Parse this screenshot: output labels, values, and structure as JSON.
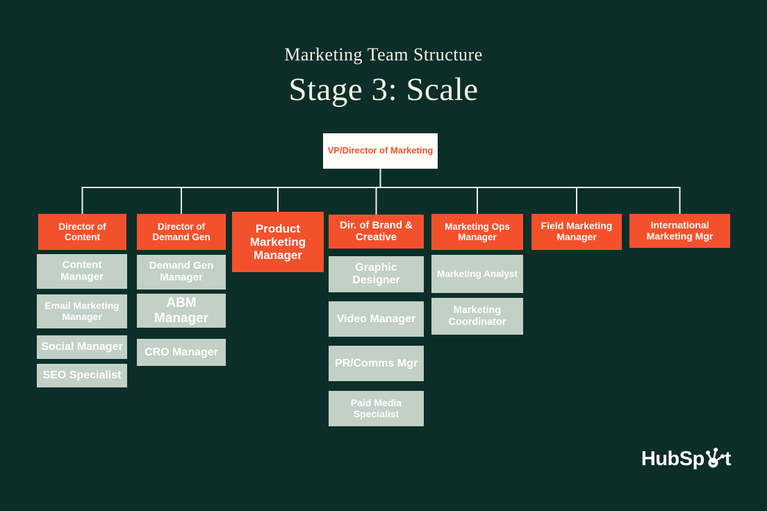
{
  "page": {
    "title_small": "Marketing Team Structure",
    "title_large": "Stage 3: Scale"
  },
  "colors": {
    "background": "#0c2e29",
    "head_box_orange": "#f3512c",
    "sub_box_sage": "#c2d0c5",
    "root_box_white": "#fdfcf8",
    "connector_line": "#e9f4ef",
    "title_cream": "#f5f1e6",
    "box_text_white": "#ffffff"
  },
  "org": {
    "root": {
      "label": "VP/Director of Marketing"
    },
    "columns": [
      {
        "head": "Director of Content",
        "reports": [
          "Content Manager",
          "Email Marketing Manager",
          "Social Manager",
          "SEO Specialist"
        ]
      },
      {
        "head": "Director of Demand Gen",
        "reports": [
          "Demand Gen Manager",
          "ABM Manager",
          "CRO Manager"
        ]
      },
      {
        "head": "Product Marketing Manager",
        "reports": []
      },
      {
        "head": "Dir. of Brand & Creative",
        "reports": [
          "Graphic Designer",
          "Video Manager",
          "PR/Comms Mgr",
          "Paid Media Specialist"
        ]
      },
      {
        "head": "Marketing Ops Manager",
        "reports": [
          "Marketing Analyst",
          "Marketing Coordinator"
        ]
      },
      {
        "head": "Field Marketing Manager",
        "reports": []
      },
      {
        "head": "International Marketing Mgr",
        "reports": []
      }
    ]
  },
  "logo": {
    "name": "HubSpot",
    "text_before": "HubSp",
    "text_after": "t",
    "icon": "sprocket-icon"
  }
}
